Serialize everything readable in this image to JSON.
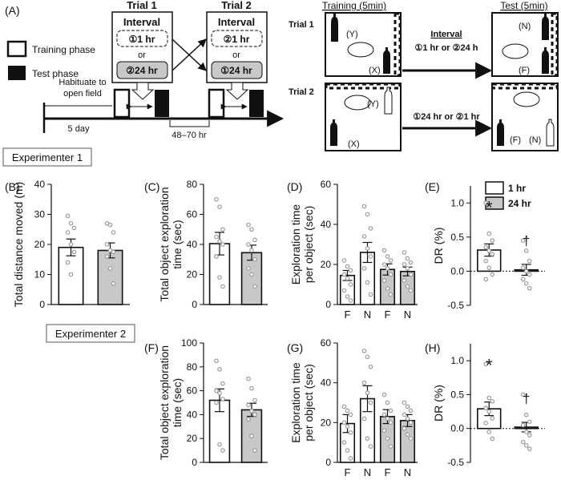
{
  "schematic": {
    "label_A": "(A)",
    "legend_training": "Training phase",
    "legend_test": "Test phase",
    "trial1_title": "Trial 1",
    "trial2_title": "Trial 2",
    "interval_label": "Interval",
    "interval_1hr": "①1 hr",
    "interval_or": "or",
    "interval_24hr_trial1": "②24 hr",
    "interval_2_1hr": "②1 hr",
    "interval_1_24hr": "①24 hr",
    "habituate_line1": "Habituate to",
    "habituate_line2": "open field",
    "days": "5 day",
    "gap": "48–70 hr",
    "training_header": "Training (5min)",
    "test_header": "Test (5min)",
    "row_trial1": "Trial 1",
    "row_trial2": "Trial 2",
    "arrow1_title": "Interval",
    "arrow1_text": "①1 hr or ②24 h",
    "arrow2_text": "①24 hr or ②1 hr",
    "obj_y": "(Y)",
    "obj_x": "(X)",
    "obj_n": "(N)",
    "obj_f": "(F)"
  },
  "experimenter1_label": "Experimenter 1",
  "experimenter2_label": "Experimenter 2",
  "legend": {
    "one_hr": "1 hr",
    "twentyfour_hr": "24 hr"
  },
  "colors": {
    "one_hr": "#ffffff",
    "twentyfour_hr": "#c8c8c8",
    "dots": "#999999"
  },
  "chart_data": [
    {
      "panel": "(B)",
      "type": "bar",
      "ylabel": "Total distance moved (m)",
      "ylim": [
        0,
        40
      ],
      "yticks": [
        0,
        10,
        20,
        30,
        40
      ],
      "categories": [
        "1 hr",
        "24 hr"
      ],
      "values": [
        19,
        18
      ],
      "sem": [
        2.8,
        2.5
      ],
      "points": [
        [
          29.5,
          27,
          25.5,
          24,
          20,
          17.5,
          14,
          10
        ],
        [
          27,
          26.5,
          24,
          20,
          18,
          17.5,
          16,
          12,
          7
        ]
      ]
    },
    {
      "panel": "(C)",
      "type": "bar",
      "ylabel": "Total object exploration time (sec)",
      "ylim": [
        0,
        80
      ],
      "yticks": [
        0,
        20,
        40,
        60,
        80
      ],
      "categories": [
        "1 hr",
        "24 hr"
      ],
      "values": [
        40.5,
        34.5
      ],
      "sem": [
        7.5,
        5
      ],
      "points": [
        [
          70,
          65,
          50,
          45,
          42,
          40,
          32,
          18,
          12
        ],
        [
          53,
          50,
          43,
          40,
          36,
          30,
          24,
          20,
          12
        ]
      ]
    },
    {
      "panel": "(D)",
      "type": "bar",
      "ylabel": "Exploration time per object (sec)",
      "ylim": [
        0,
        60
      ],
      "yticks": [
        0,
        20,
        40,
        60
      ],
      "categories": [
        "F",
        "N",
        "F",
        "N"
      ],
      "groups": [
        "1 hr",
        "1 hr",
        "24 hr",
        "24 hr"
      ],
      "values": [
        14.5,
        26,
        17.5,
        16.5
      ],
      "sem": [
        2.5,
        5,
        2.8,
        2.2
      ],
      "points": [
        [
          22,
          19,
          17,
          15,
          13,
          10,
          7,
          4,
          2
        ],
        [
          49,
          45,
          38,
          34,
          28,
          24,
          18,
          11,
          5
        ],
        [
          27,
          24,
          22,
          20,
          18,
          15,
          12,
          8,
          5
        ],
        [
          26,
          23,
          21,
          20,
          18,
          15,
          12,
          9,
          7
        ]
      ]
    },
    {
      "panel": "(E)",
      "type": "bar",
      "ylabel": "DR (%)",
      "ylim": [
        -0.5,
        1.25
      ],
      "yticks": [
        -0.5,
        0.0,
        0.5,
        1.0
      ],
      "ytick_labels": [
        "-0.5",
        "0.0",
        "0.5",
        "1.0"
      ],
      "categories": [
        "1 hr",
        "24 hr"
      ],
      "values": [
        0.31,
        0.02
      ],
      "sem": [
        0.09,
        0.08
      ],
      "points": [
        [
          1.0,
          0.55,
          0.45,
          0.35,
          0.3,
          0.25,
          0.15,
          0.05,
          -0.05,
          -0.12
        ],
        [
          0.45,
          0.3,
          0.15,
          0.05,
          0.0,
          -0.05,
          -0.12,
          -0.18,
          -0.25
        ]
      ],
      "markers": [
        "*",
        "†"
      ]
    },
    {
      "panel": "(F)",
      "type": "bar",
      "ylabel": "Total object exploration time (sec)",
      "ylim": [
        0,
        100
      ],
      "yticks": [
        0,
        20,
        40,
        60,
        80,
        100
      ],
      "categories": [
        "1 hr",
        "24 hr"
      ],
      "values": [
        52,
        44
      ],
      "sem": [
        9.5,
        5.5
      ],
      "points": [
        [
          85,
          78,
          66,
          60,
          58,
          53,
          50,
          15,
          10
        ],
        [
          70,
          62,
          52,
          48,
          43,
          40,
          36,
          22,
          10
        ]
      ]
    },
    {
      "panel": "(G)",
      "type": "bar",
      "ylabel": "Exploration time per object (sec)",
      "ylim": [
        0,
        60
      ],
      "yticks": [
        0,
        20,
        40,
        60
      ],
      "categories": [
        "F",
        "N",
        "F",
        "N"
      ],
      "groups": [
        "1 hr",
        "1 hr",
        "24 hr",
        "24 hr"
      ],
      "values": [
        19.5,
        32,
        23,
        21
      ],
      "sem": [
        4.5,
        6.5,
        3.5,
        3
      ],
      "points": [
        [
          28,
          26,
          24,
          20,
          18,
          15,
          10,
          6,
          2
        ],
        [
          56,
          53,
          48,
          40,
          35,
          30,
          22,
          12,
          8
        ],
        [
          34,
          30,
          26,
          24,
          22,
          20,
          16,
          12,
          8
        ],
        [
          30,
          28,
          26,
          24,
          22,
          20,
          17,
          14,
          12
        ]
      ]
    },
    {
      "panel": "(H)",
      "type": "bar",
      "ylabel": "DR (%)",
      "ylim": [
        -0.5,
        1.25
      ],
      "yticks": [
        -0.5,
        0.0,
        0.5,
        1.0
      ],
      "ytick_labels": [
        "-0.5",
        "0.0",
        "0.5",
        "1.0"
      ],
      "categories": [
        "1 hr",
        "24 hr"
      ],
      "values": [
        0.29,
        0.02
      ],
      "sem": [
        0.1,
        0.07
      ],
      "points": [
        [
          0.95,
          0.45,
          0.4,
          0.3,
          0.25,
          0.15,
          0.08,
          -0.05,
          -0.15
        ],
        [
          0.5,
          0.2,
          0.1,
          0.05,
          -0.05,
          -0.1,
          -0.2,
          -0.25,
          -0.3
        ]
      ],
      "markers": [
        "*",
        "†"
      ]
    }
  ]
}
